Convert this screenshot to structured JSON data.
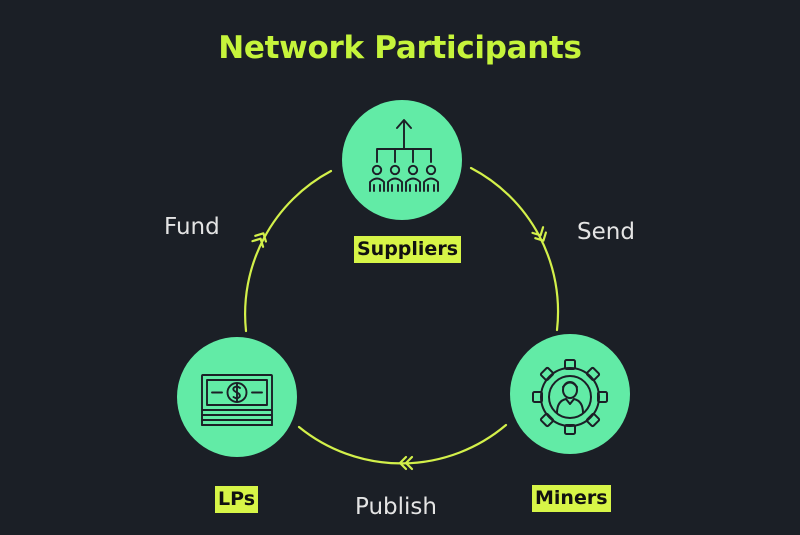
{
  "title": "Network Participants",
  "nodes": {
    "suppliers": {
      "label": "Suppliers",
      "icon": "org-chart-people-icon"
    },
    "miners": {
      "label": "Miners",
      "icon": "gear-person-icon"
    },
    "lps": {
      "label": "LPs",
      "icon": "banknote-dollar-icon"
    }
  },
  "edges": {
    "send": "Send",
    "publish": "Publish",
    "fund": "Fund"
  },
  "colors": {
    "background": "#1b1f26",
    "accent": "#c6f43b",
    "node_fill": "#62eba6",
    "label_bg": "#d7f547",
    "edge_text": "#e4e4e4",
    "icon_stroke": "#1b1f26"
  }
}
